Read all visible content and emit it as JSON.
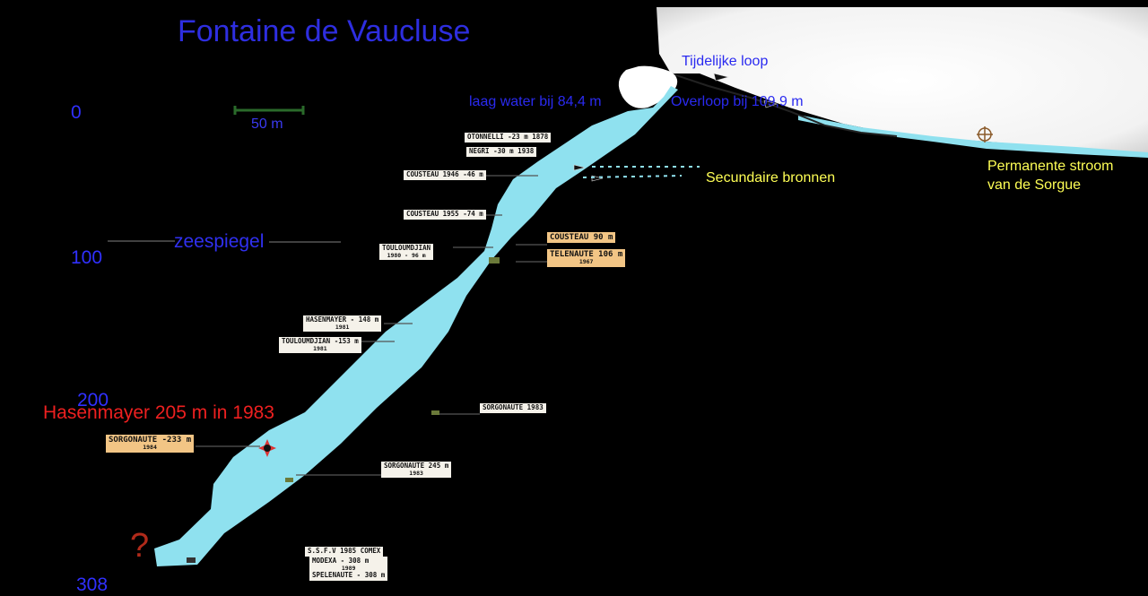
{
  "title": "Fontaine de Vaucluse",
  "depth_scale": [
    "0",
    "100",
    "200",
    "308"
  ],
  "scale_bar_label": "50 m",
  "sea_level_label": "zeespiegel",
  "annotations": {
    "temporary_outflow": "Tijdelijke loop",
    "low_water": "laag water bij 84,4 m",
    "overflow": "Overloop bij 109,9 m",
    "secondary_springs": "Secundaire bronnen",
    "permanent_stream": "Permanente stroom van de Sorgue",
    "record": "Hasenmayer 205 m in 1983",
    "unknown": "?"
  },
  "dive_labels": {
    "otonnelli": "OTONNELLI -23 m 1878",
    "negri": "NEGRI -30 m 1938",
    "cousteau_1946": "COUSTEAU 1946 -46 m",
    "cousteau_1955": "COUSTEAU 1955 -74 m",
    "touloumdjian_1": "TOULOUMDJIAN",
    "touloumdjian_1_year": "1980 - 96 m",
    "cousteau_90": "COUSTEAU 90 m",
    "telenaute": "TELENAUTE 106 m",
    "telenaute_year": "1967",
    "hasenmayer_148": "HASENMAYER - 148 m",
    "hasenmayer_148_year": "1981",
    "touloumdjian_2": "TOULOUMDJIAN -153 m",
    "touloumdjian_2_year": "1981",
    "sorgonaute_1983": "SORGONAUTE 1983",
    "sorgonaute_233": "SORGONAUTE -233 m",
    "sorgonaute_233_year": "1984",
    "sorgonaute_245": "SORGONAUTE 245 m",
    "sorgonaute_245_year": "1983",
    "ssfv": "S.S.F.V 1985 COMEX",
    "modexa": "MODEXA - 308 m",
    "modexa_year": "1989",
    "spelenaute": "SPELENAUTE - 308 m"
  },
  "colors": {
    "background": "#000000",
    "water": "#8fe1ef",
    "title": "#2e2ee0",
    "depth": "#3030ff",
    "secondary_text": "#ffff55",
    "record": "#ee2020"
  }
}
